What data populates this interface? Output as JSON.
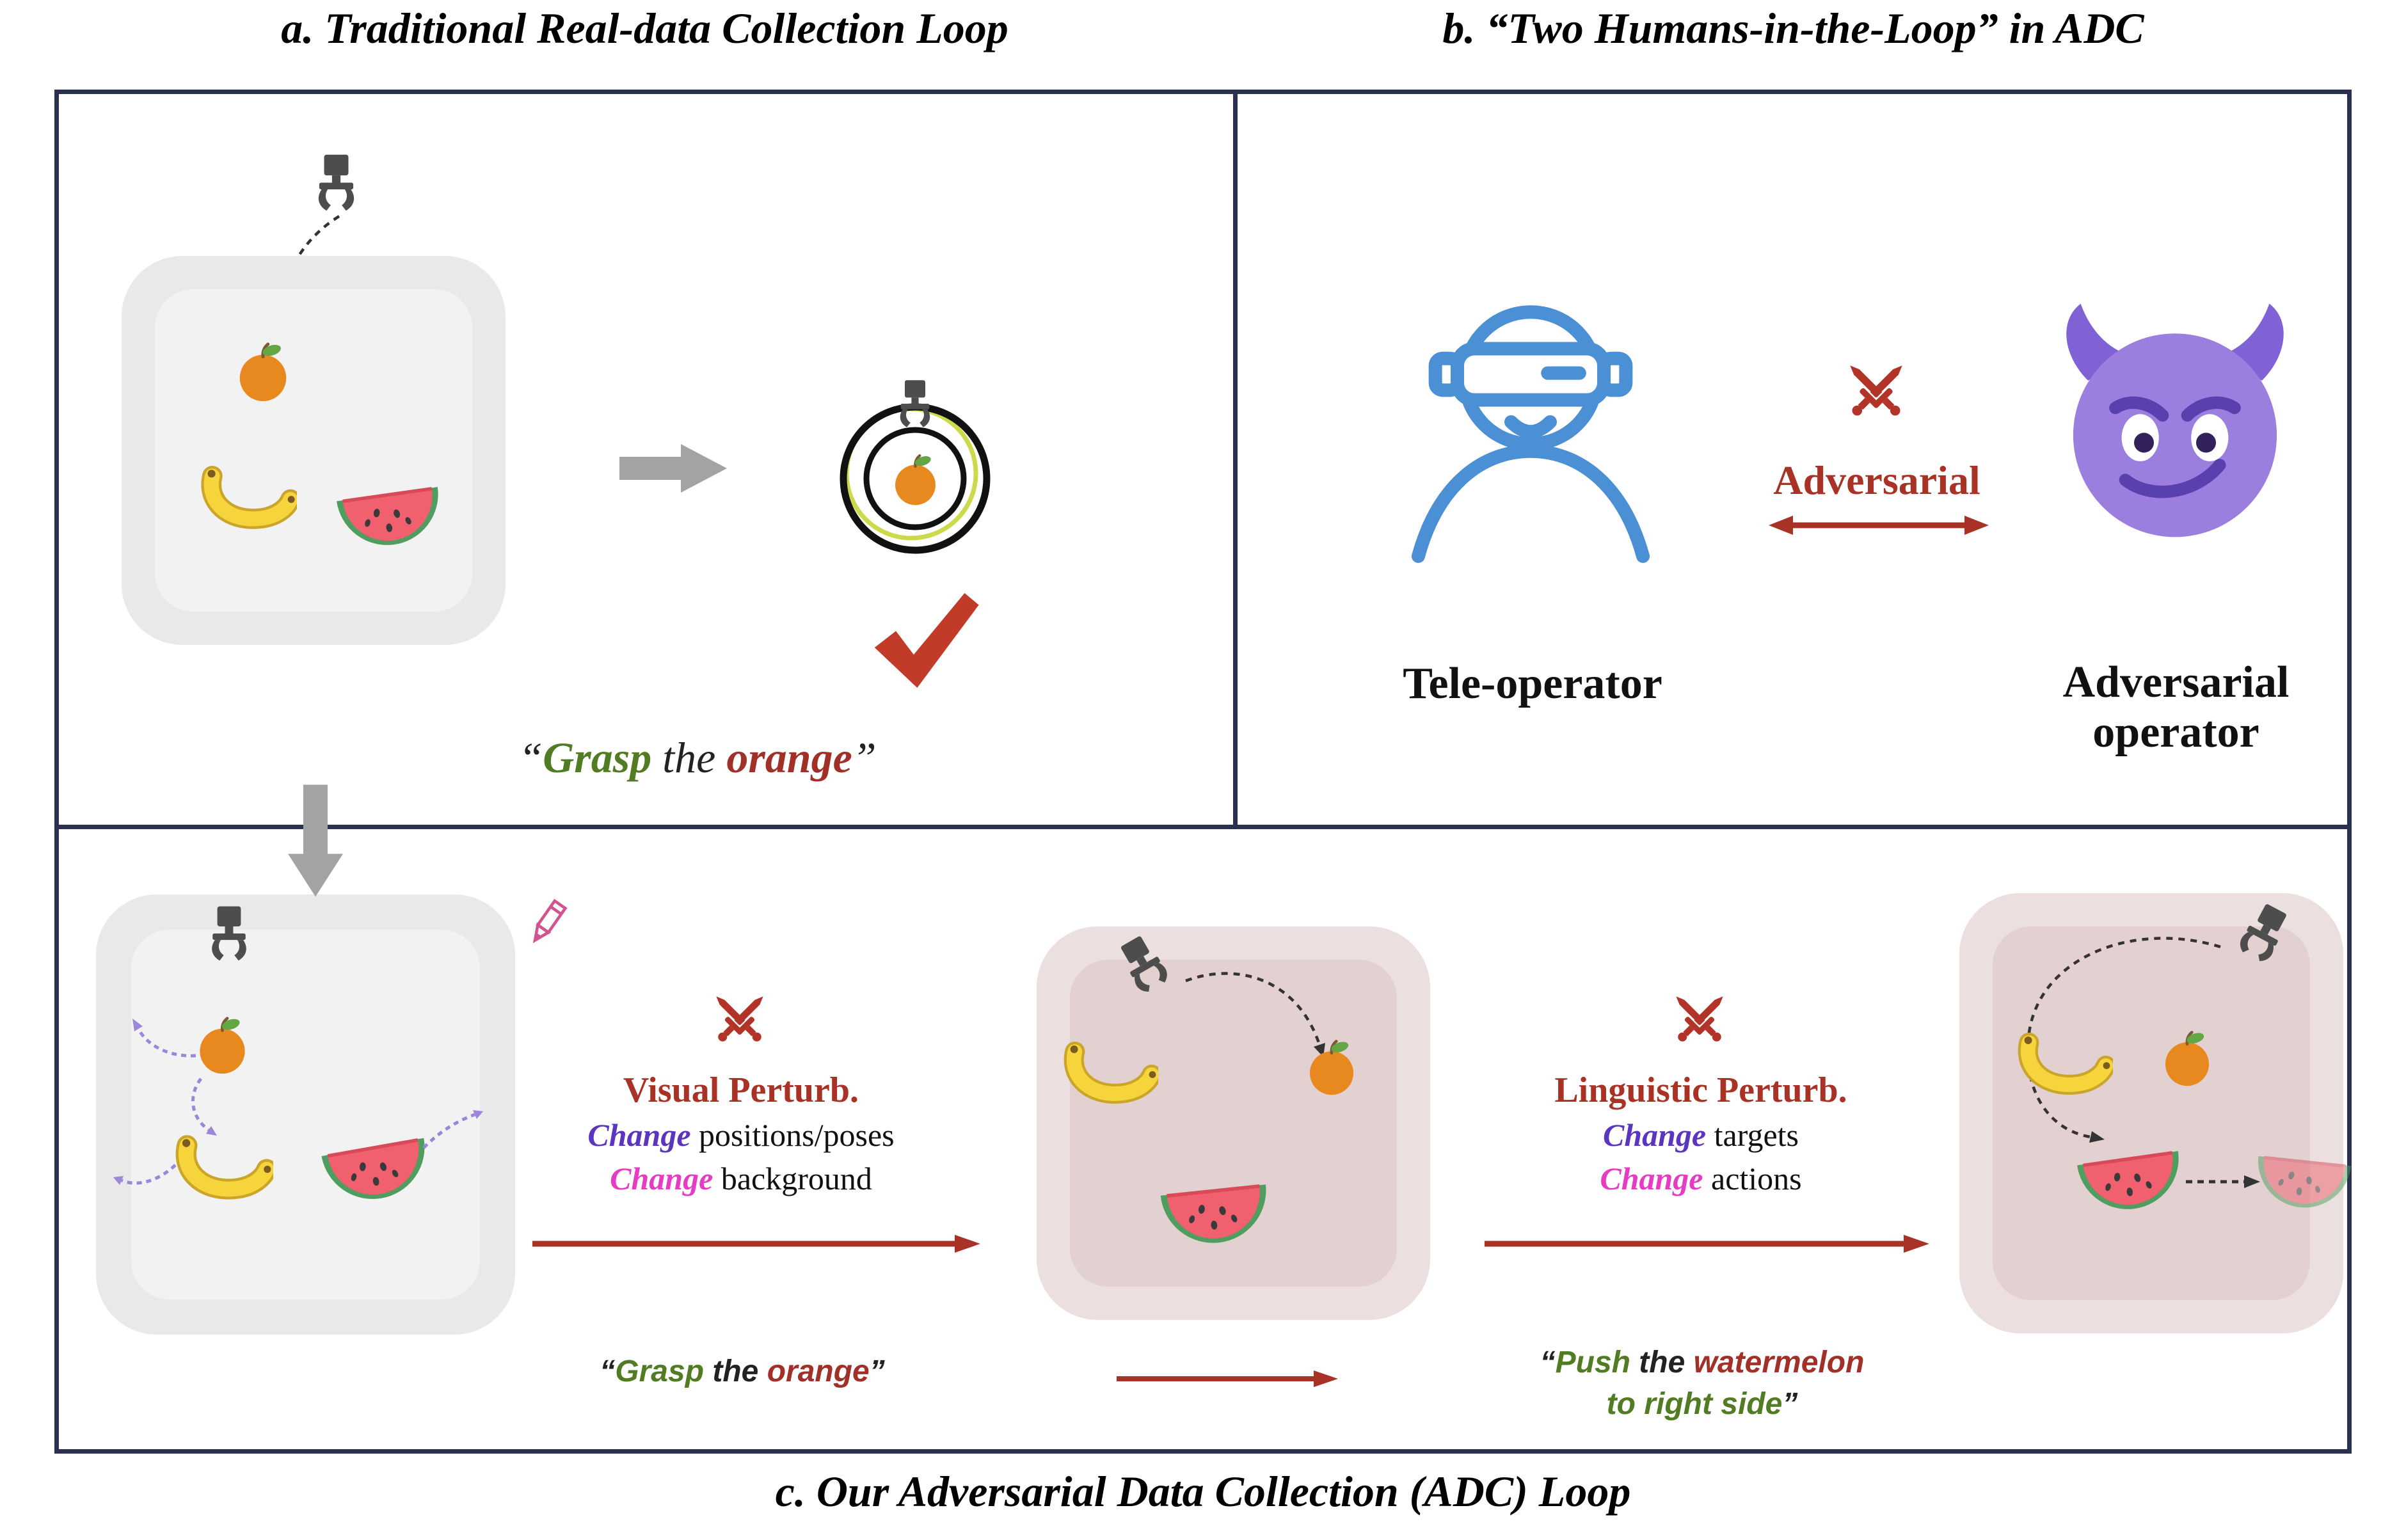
{
  "figure": {
    "titles": {
      "panel_a": "a. Traditional Real-data Collection Loop",
      "panel_b": "b. “Two Humans-in-the-Loop” in ADC",
      "panel_c": "c. Our Adversarial Data Collection (ADC) Loop"
    }
  },
  "panel_a": {
    "instruction": {
      "open_quote": "“",
      "verb": "Grasp",
      "connector": " the ",
      "object": "orange",
      "close_quote": "”"
    }
  },
  "panel_b": {
    "teleoperator_label": "Tele-operator",
    "adversarial_label": "Adversarial",
    "adversarial_operator_label": "Adversarial operator"
  },
  "panel_c": {
    "visual_perturbation": {
      "heading": "Visual Perturb.",
      "line1_verb": "Change",
      "line1_rest": " positions/poses",
      "line2_verb": "Change",
      "line2_rest": " background"
    },
    "linguistic_perturbation": {
      "heading": "Linguistic Perturb.",
      "line1_verb": "Change",
      "line1_rest": " targets",
      "line2_verb": "Change",
      "line2_rest": " actions"
    },
    "instruction_before": {
      "open_quote": "“",
      "verb": "Grasp",
      "connector": " the ",
      "object": "orange",
      "close_quote": "”"
    },
    "instruction_after": {
      "open_quote": "“",
      "verb": "Push",
      "connector": " the ",
      "object": "watermelon",
      "line2": "to right side",
      "close_quote": "”"
    }
  },
  "icons": {
    "robot_gripper": "robot-gripper-claw",
    "orange": "orange-fruit",
    "banana": "banana-fruit",
    "watermelon": "watermelon-slice",
    "target": "success-target-rings",
    "checkmark": "red-checkmark",
    "vr_teleoperator": "person-wearing-vr-headset",
    "crossed_swords": "adversarial-crossed-swords",
    "devil": "purple-devil-face",
    "pencil": "pink-edit-pencil",
    "block_arrow": "gray-block-arrow",
    "dashed_arrow": "trajectory-dashed-arrow",
    "red_arrow": "perturbation-red-arrow"
  },
  "colors": {
    "border_navy": "#2a3150",
    "accent_red": "#a93226",
    "green_word": "#527c24",
    "dark_red_word": "#a03028",
    "purple_word": "#5b35c0",
    "magenta_word": "#e73bc3",
    "teleoperator_blue": "#4b8fd4",
    "devil_purple": "#9b7ede",
    "tray_gray": "#e9e9e9",
    "tray_pink": "#ebdfdf"
  }
}
